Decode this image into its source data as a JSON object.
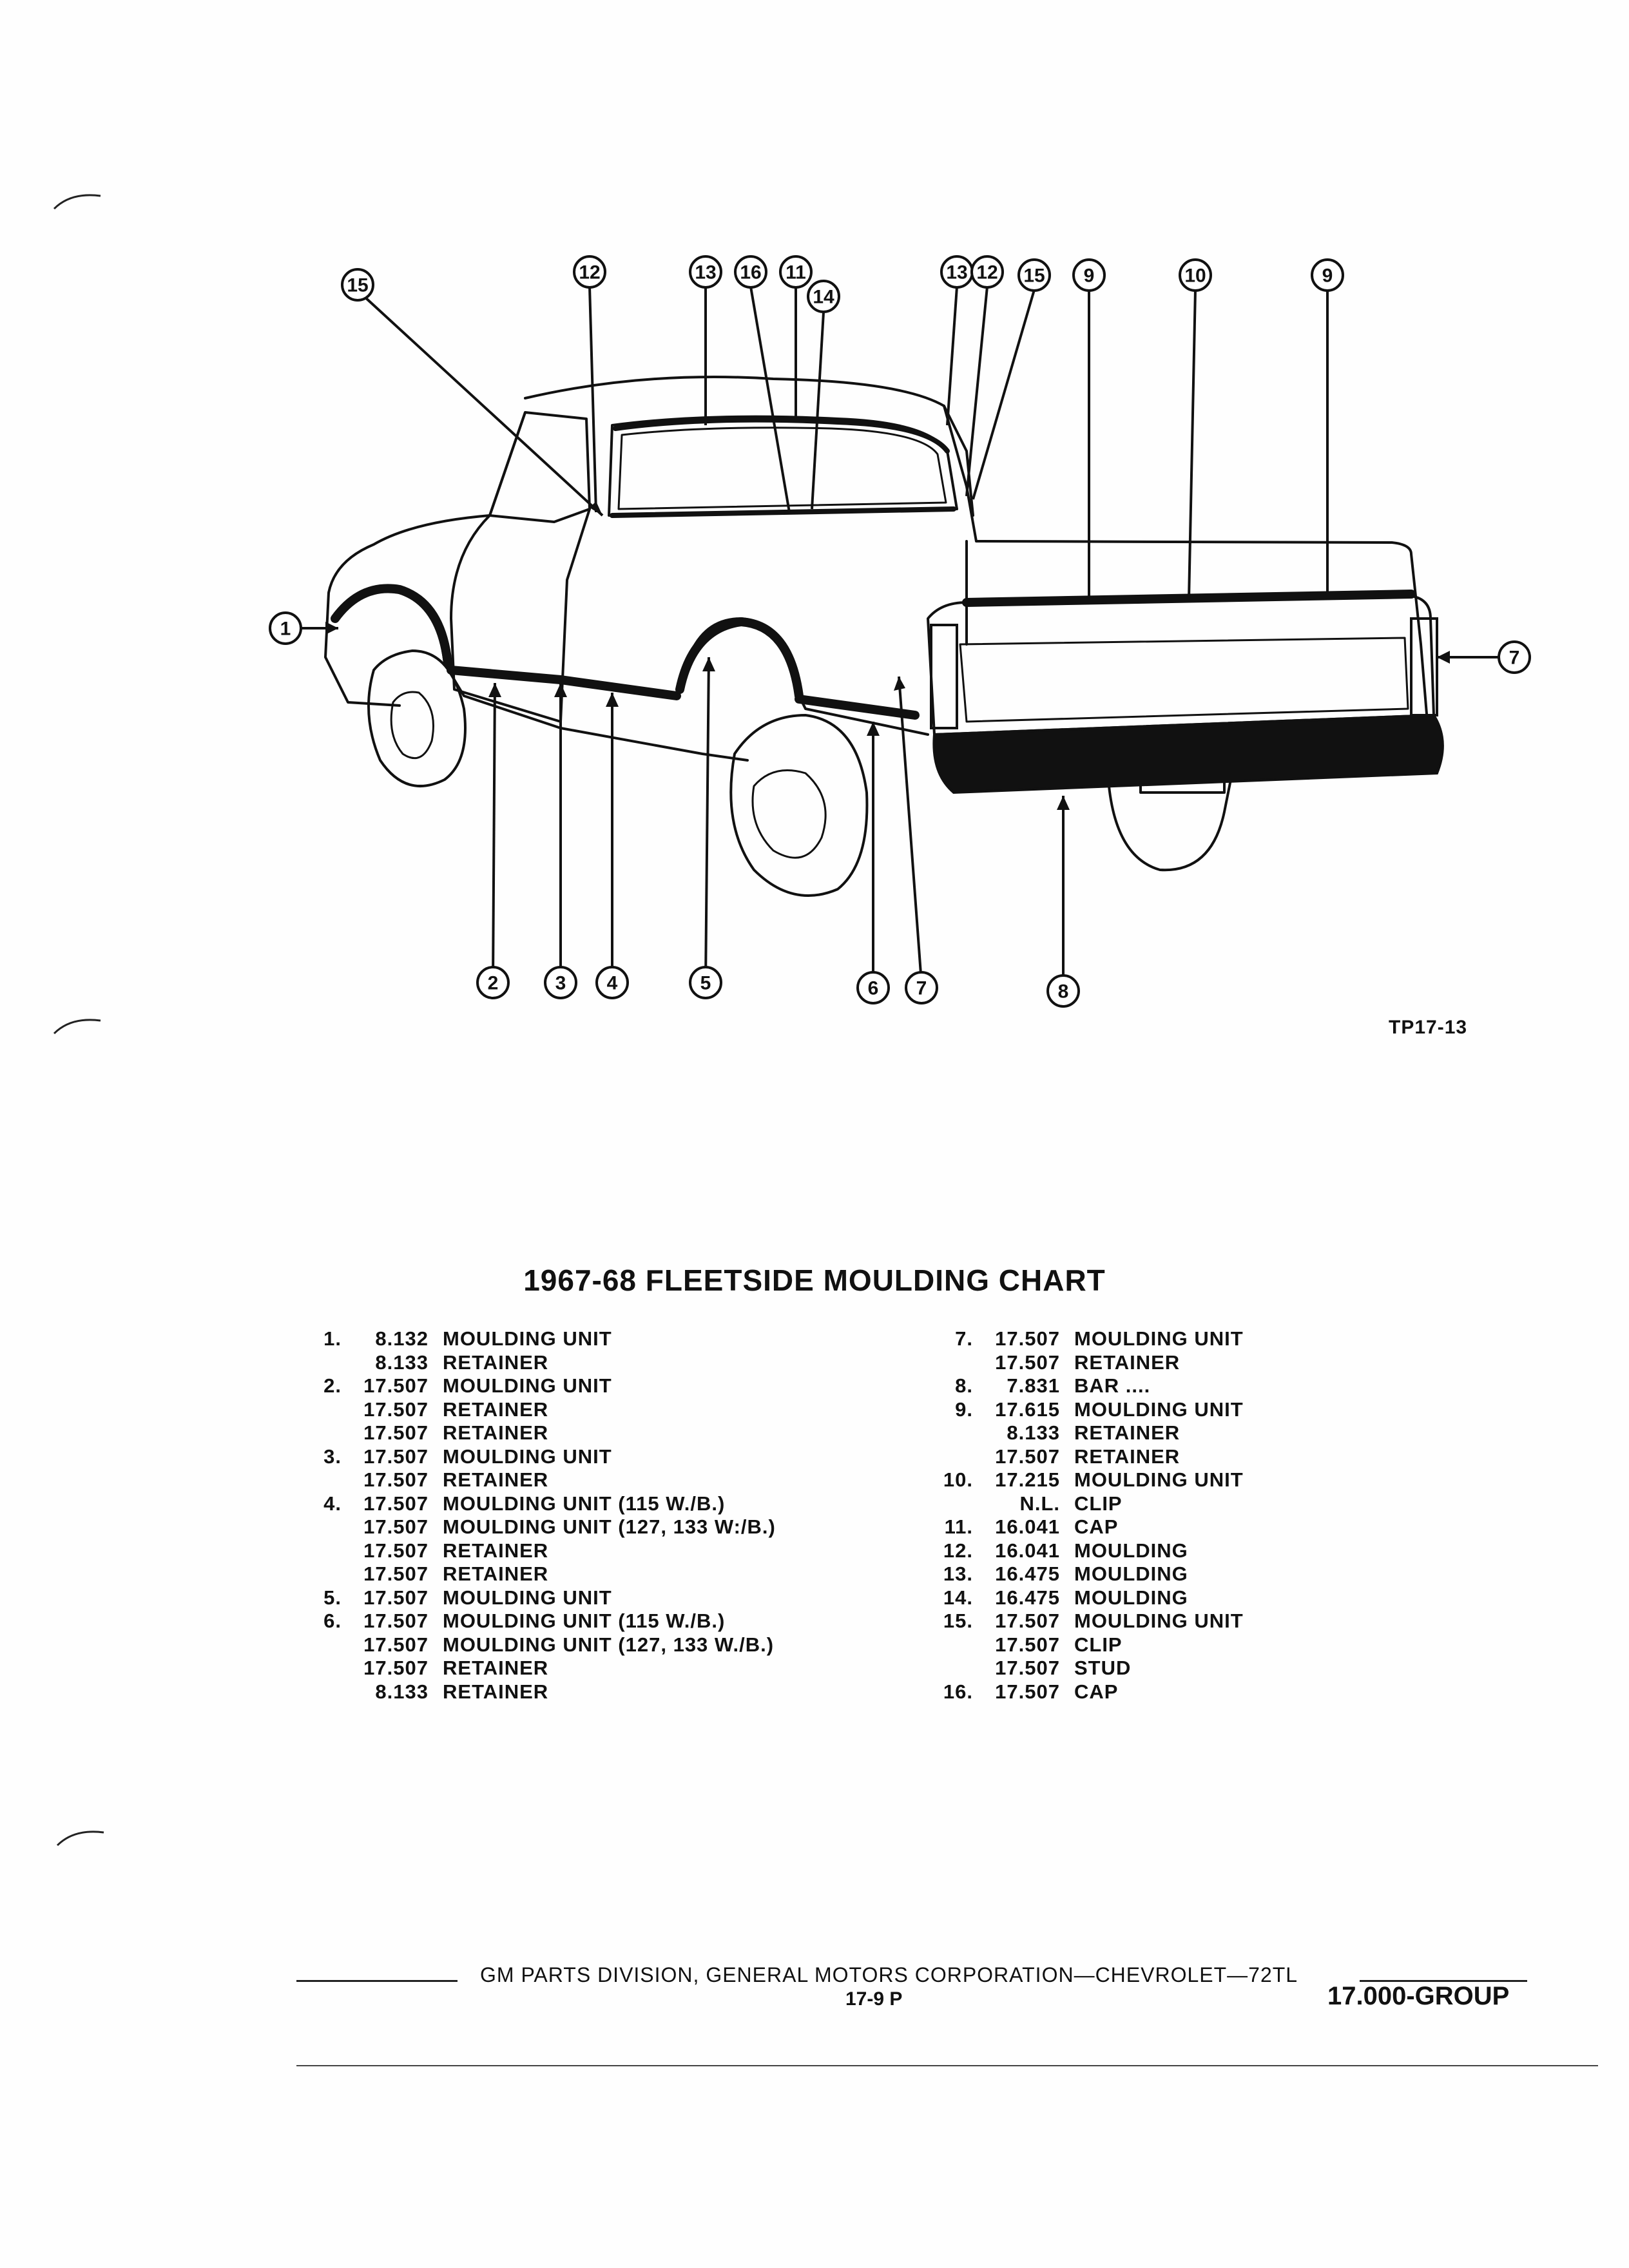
{
  "figure_id": "TP17-13",
  "callouts": {
    "c1": "1",
    "c2": "2",
    "c3": "3",
    "c4": "4",
    "c5": "5",
    "c6": "6",
    "c7a": "7",
    "c7b": "7",
    "c8": "8",
    "c9a": "9",
    "c9b": "9",
    "c10": "10",
    "c11": "11",
    "c12a": "12",
    "c12b": "12",
    "c13a": "13",
    "c13b": "13",
    "c14": "14",
    "c15a": "15",
    "c15b": "15",
    "c16": "16"
  },
  "chart_title": "1967-68 FLEETSIDE MOULDING CHART",
  "left_column": [
    {
      "no": "1.",
      "num": "8.132",
      "desc": "MOULDING UNIT"
    },
    {
      "no": "",
      "num": "8.133",
      "desc": "RETAINER"
    },
    {
      "no": "2.",
      "num": "17.507",
      "desc": "MOULDING UNIT"
    },
    {
      "no": "",
      "num": "17.507",
      "desc": "RETAINER"
    },
    {
      "no": "",
      "num": "17.507",
      "desc": "RETAINER"
    },
    {
      "no": "3.",
      "num": "17.507",
      "desc": "MOULDING UNIT"
    },
    {
      "no": "",
      "num": "17.507",
      "desc": "RETAINER"
    },
    {
      "no": "4.",
      "num": "17.507",
      "desc": "MOULDING UNIT (115 W./B.)"
    },
    {
      "no": "",
      "num": "17.507",
      "desc": "MOULDING UNIT (127, 133 W:/B.)"
    },
    {
      "no": "",
      "num": "17.507",
      "desc": "RETAINER"
    },
    {
      "no": "",
      "num": "17.507",
      "desc": "RETAINER"
    },
    {
      "no": "5.",
      "num": "17.507",
      "desc": "MOULDING UNIT"
    },
    {
      "no": "6.",
      "num": "17.507",
      "desc": "MOULDING UNIT (115 W./B.)"
    },
    {
      "no": "",
      "num": "17.507",
      "desc": "MOULDING UNIT (127, 133 W./B.)"
    },
    {
      "no": "",
      "num": "17.507",
      "desc": "RETAINER"
    },
    {
      "no": "",
      "num": "8.133",
      "desc": "RETAINER"
    }
  ],
  "right_column": [
    {
      "no": "7.",
      "num": "17.507",
      "desc": "MOULDING UNIT"
    },
    {
      "no": "",
      "num": "17.507",
      "desc": "RETAINER"
    },
    {
      "no": "8.",
      "num": "7.831",
      "desc": "BAR ...."
    },
    {
      "no": "9.",
      "num": "17.615",
      "desc": "MOULDING UNIT"
    },
    {
      "no": "",
      "num": "8.133",
      "desc": "RETAINER"
    },
    {
      "no": "",
      "num": "17.507",
      "desc": "RETAINER"
    },
    {
      "no": "10.",
      "num": "17.215",
      "desc": "MOULDING UNIT"
    },
    {
      "no": "",
      "num": "N.L.",
      "desc": "CLIP"
    },
    {
      "no": "11.",
      "num": "16.041",
      "desc": "CAP"
    },
    {
      "no": "12.",
      "num": "16.041",
      "desc": "MOULDING"
    },
    {
      "no": "13.",
      "num": "16.475",
      "desc": "MOULDING"
    },
    {
      "no": "14.",
      "num": "16.475",
      "desc": "MOULDING"
    },
    {
      "no": "15.",
      "num": "17.507",
      "desc": "MOULDING UNIT"
    },
    {
      "no": "",
      "num": "17.507",
      "desc": "CLIP"
    },
    {
      "no": "",
      "num": "17.507",
      "desc": "STUD"
    },
    {
      "no": "16.",
      "num": "17.507",
      "desc": "CAP"
    }
  ],
  "footer": {
    "text": "GM PARTS DIVISION, GENERAL MOTORS CORPORATION—CHEVROLET—72TL",
    "page": "17-9  P",
    "group": "17.000-GROUP"
  }
}
